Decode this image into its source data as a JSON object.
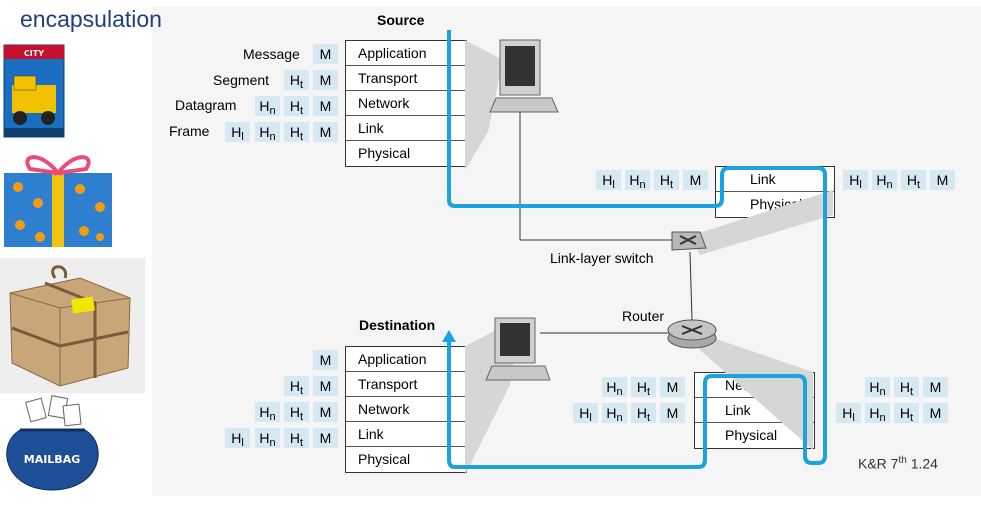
{
  "title": "encapsulation",
  "source_label": "Source",
  "destination_label": "Destination",
  "router_label": "Router",
  "switch_label": "Link-layer switch",
  "source_layers": [
    "Application",
    "Transport",
    "Network",
    "Link",
    "Physical"
  ],
  "dest_layers": [
    "Application",
    "Transport",
    "Network",
    "Link",
    "Physical"
  ],
  "switch_layers": [
    "Link",
    "Physical"
  ],
  "router_layers": [
    "Network",
    "Link",
    "Physical"
  ],
  "pdu_names": [
    "Message",
    "Segment",
    "Datagram",
    "Frame"
  ],
  "headers": {
    "M": "M",
    "H": "H",
    "t": "t",
    "n": "n",
    "l": "l"
  },
  "credit": {
    "text": "K&R 7",
    "sup": "th",
    "ref": " 1.24"
  },
  "side_images": [
    {
      "icon": "lego-truck-box-icon",
      "text": "CITY"
    },
    {
      "icon": "gift-box-icon"
    },
    {
      "icon": "parcel-package-icon"
    },
    {
      "icon": "mailbag-icon",
      "text": "MAILBAG"
    }
  ],
  "colors": {
    "path": "#1aa3e0",
    "header_bg": "#d6e8f2",
    "title": "#1f3f7a"
  }
}
